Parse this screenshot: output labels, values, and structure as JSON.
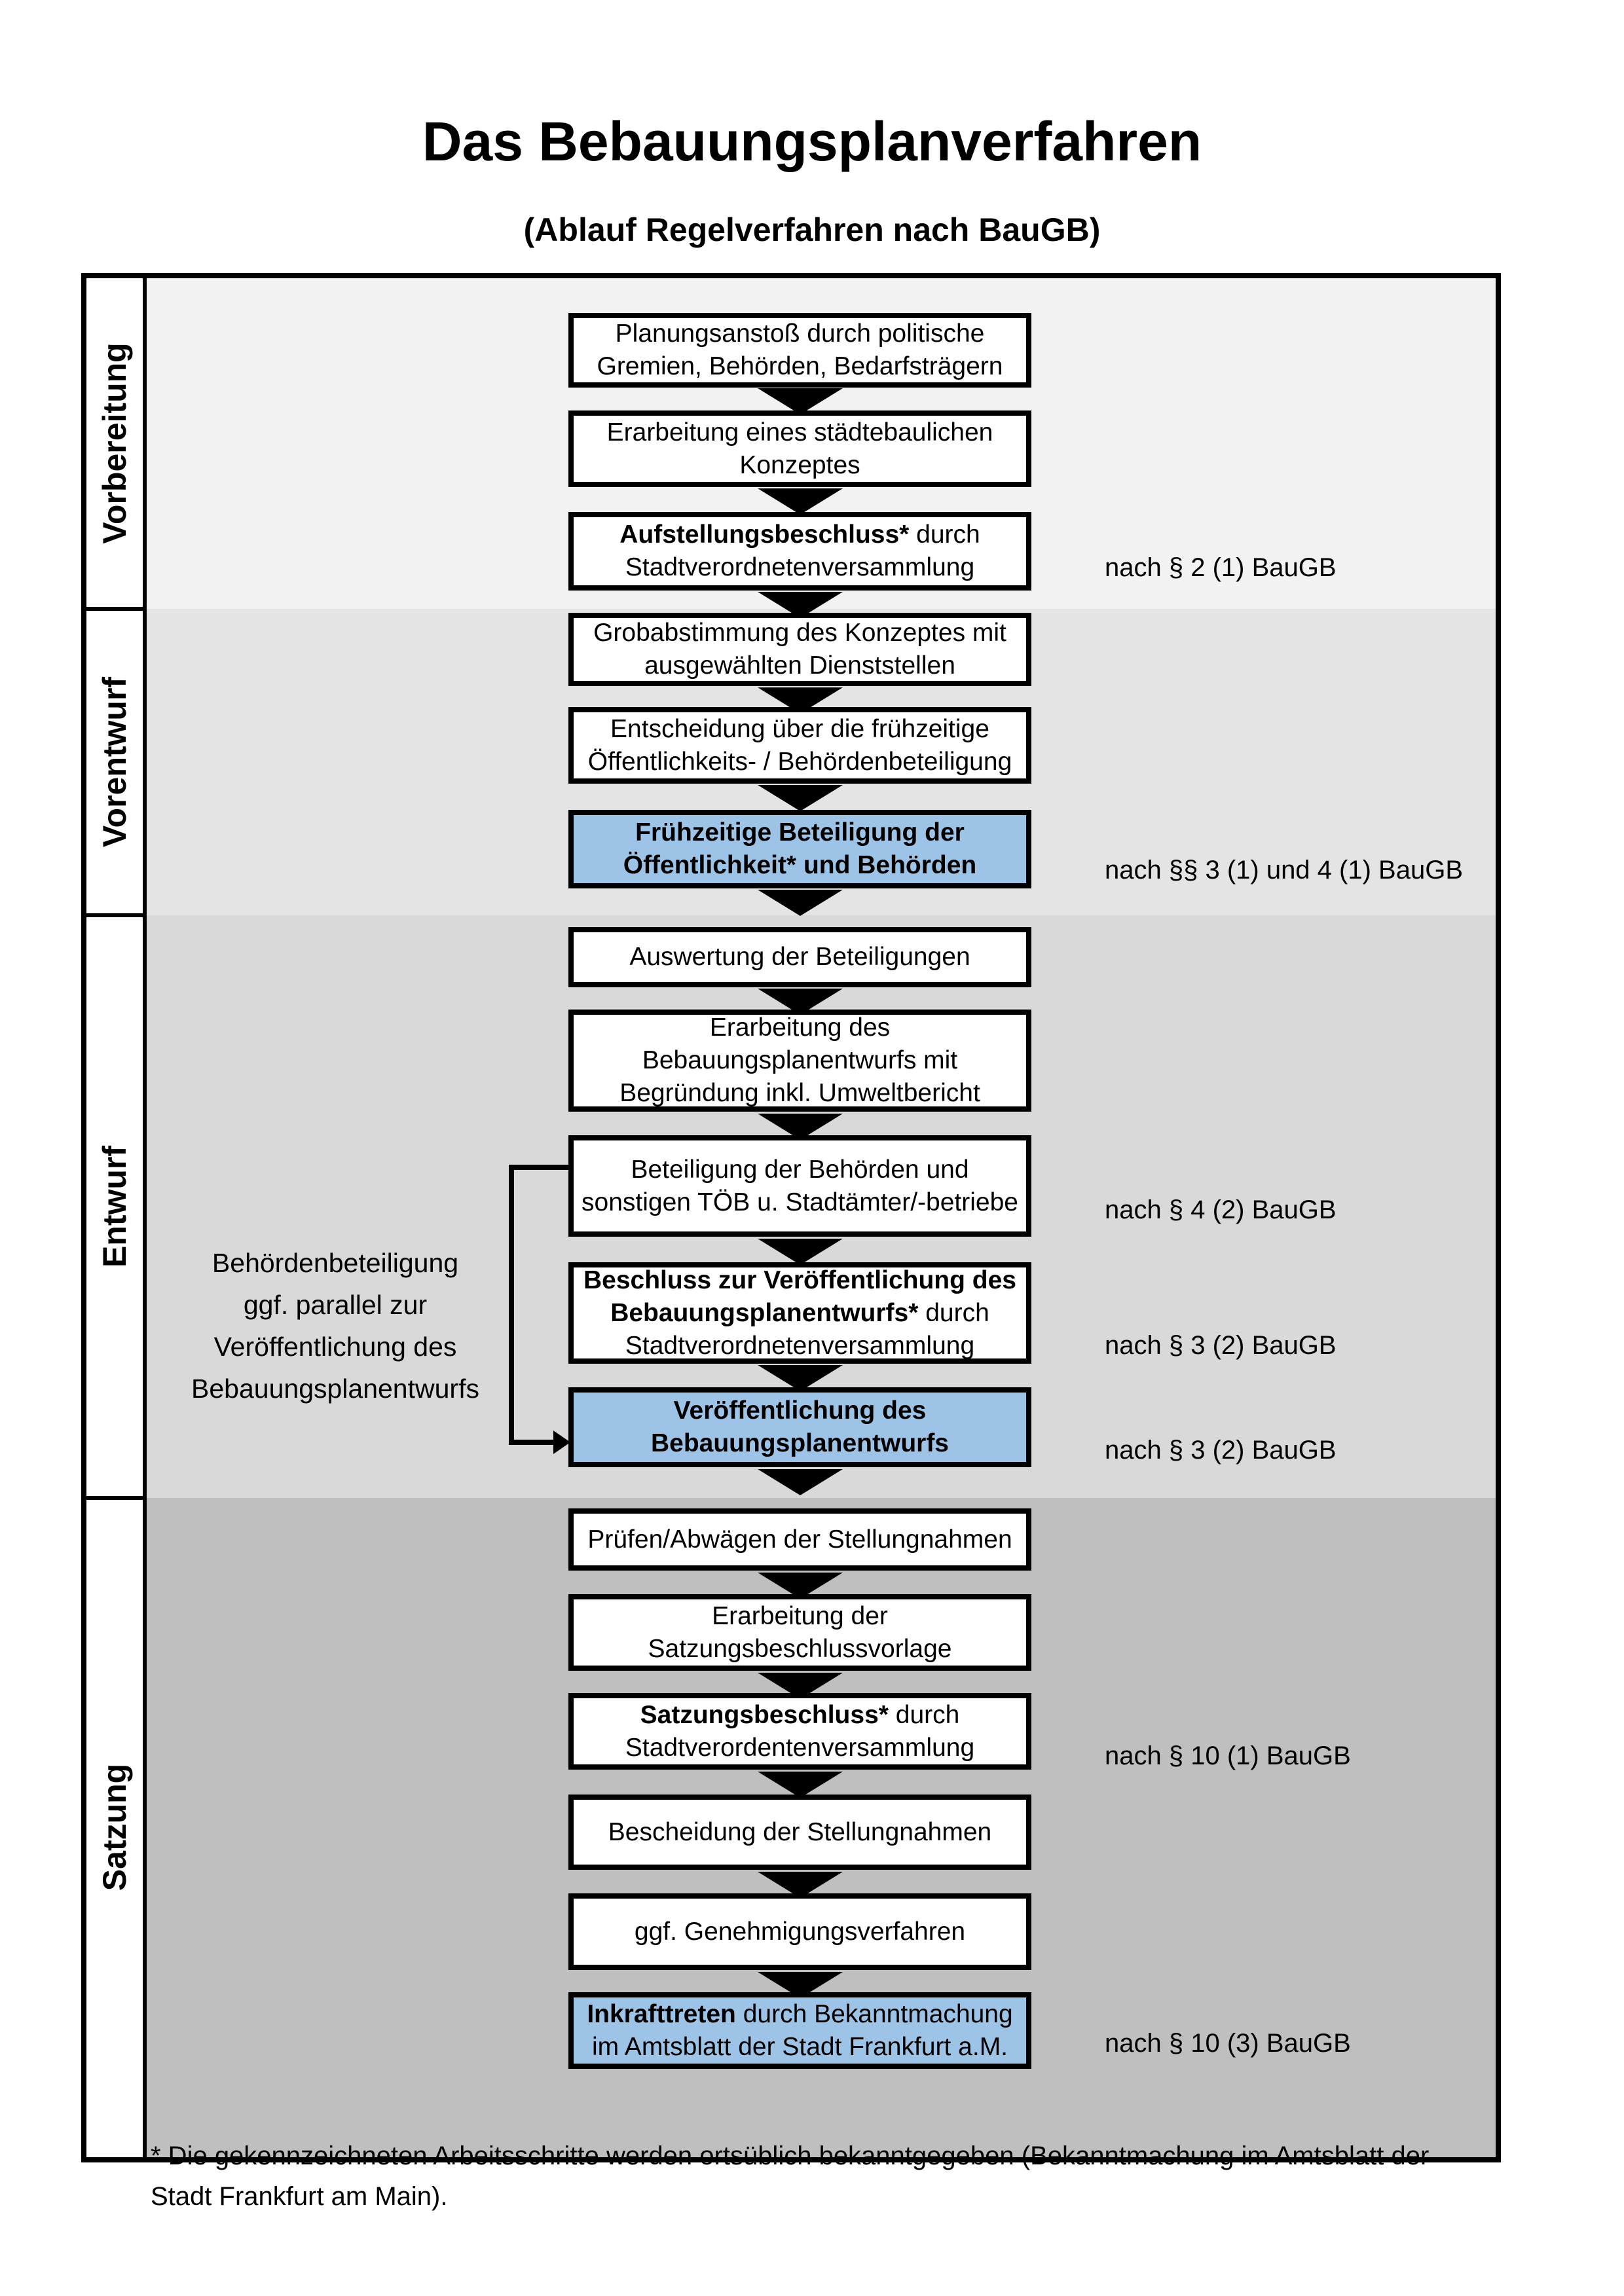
{
  "header": {
    "title": "Das Bebauungsplanverfahren",
    "subtitle": "(Ablauf Regelverfahren nach BauGB)"
  },
  "phases": [
    {
      "label": "Vorbereitung"
    },
    {
      "label": "Vorentwurf"
    },
    {
      "label": "Entwurf"
    },
    {
      "label": "Satzung"
    }
  ],
  "flow": {
    "b1": {
      "l1": "Planungsanstoß durch politische",
      "l2": "Gremien, Behörden, Bedarfsträgern"
    },
    "b2": {
      "l1": "Erarbeitung eines städtebaulichen",
      "l2": "Konzeptes"
    },
    "b3": {
      "l1b": "Aufstellungsbeschluss*",
      "l1r": " durch",
      "l2": "Stadtverordnetenversammlung"
    },
    "b4": {
      "l1": "Grobabstimmung des Konzeptes mit",
      "l2": "ausgewählten Dienststellen"
    },
    "b5": {
      "l1": "Entscheidung über die frühzeitige",
      "l2": "Öffentlichkeits- / Behördenbeteiligung"
    },
    "b6": {
      "l1": "Frühzeitige Beteiligung der",
      "l2": "Öffentlichkeit* und Behörden"
    },
    "b7": {
      "l1": "Auswertung der Beteiligungen"
    },
    "b8": {
      "l1": "Erarbeitung des",
      "l2": "Bebauungsplanentwurfs mit",
      "l3": "Begründung inkl. Umweltbericht"
    },
    "b9": {
      "l1": "Beteiligung der Behörden und",
      "l2": "sonstigen TÖB u. Stadtämter/-betriebe"
    },
    "b10": {
      "l1b": "Beschluss zur Veröffentlichung des",
      "l2b": "Bebauungsplanentwurfs*",
      "l2r": " durch",
      "l3": "Stadtverordnetenversammlung"
    },
    "b11": {
      "l1": "Veröffentlichung des",
      "l2": "Bebauungsplanentwurfs"
    },
    "b12": {
      "l1": "Prüfen/Abwägen der Stellungnahmen"
    },
    "b13": {
      "l1": "Erarbeitung der",
      "l2": "Satzungsbeschlussvorlage"
    },
    "b14": {
      "l1b": "Satzungsbeschluss*",
      "l1r": " durch",
      "l2": "Stadtverordentenversammlung"
    },
    "b15": {
      "l1": "Bescheidung der Stellungnahmen"
    },
    "b16": {
      "l1": "ggf. Genehmigungsverfahren"
    },
    "b17": {
      "l1b": "Inkrafttreten",
      "l1r": " durch Bekanntmachung",
      "l2": "im Amtsblatt der Stadt Frankfurt a.M."
    }
  },
  "side_note": {
    "l1": "Behördenbeteiligung",
    "l2": "ggf. parallel zur",
    "l3": "Veröffentlichung des",
    "l4": "Bebauungsplanentwurfs"
  },
  "annotations": {
    "a1": "nach § 2 (1) BauGB",
    "a2": "nach §§ 3 (1) und 4 (1) BauGB",
    "a3": "nach § 4 (2) BauGB",
    "a4": "nach § 3 (2) BauGB",
    "a5": "nach § 3 (2) BauGB",
    "a6": "nach § 10 (1) BauGB",
    "a7": "nach § 10 (3) BauGB"
  },
  "footnote": "* Die gekennzeichneten Arbeitsschritte werden ortsüblich bekanntgegeben (Bekanntmachung im Amtsblatt  der Stadt Frankfurt am Main).",
  "colors": {
    "highlight_blue": "#9dc3e6",
    "phase_vorbereitung_bg": "#f2f2f2",
    "phase_vorentwurf_bg": "#e4e4e4",
    "phase_entwurf_bg": "#d9d9d9",
    "phase_satzung_bg": "#bfbfbf",
    "box_border": "#000000"
  }
}
